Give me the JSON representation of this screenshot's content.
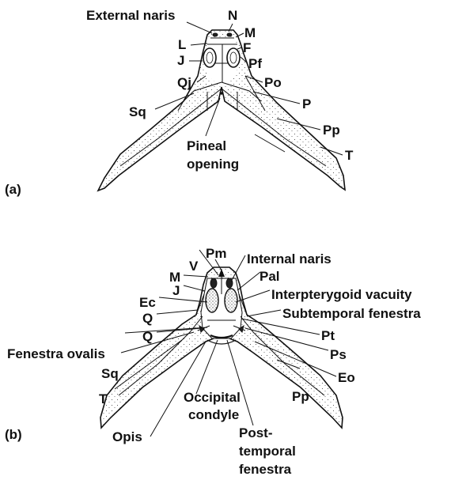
{
  "panel_a": {
    "tag": "(a)",
    "labels": {
      "external_naris": "External naris",
      "n": "N",
      "m": "M",
      "l": "L",
      "f": "F",
      "j": "J",
      "pf": "Pf",
      "qj": "Qj",
      "po": "Po",
      "sq": "Sq",
      "p": "P",
      "pp": "Pp",
      "t": "T",
      "pineal_line1": "Pineal",
      "pineal_line2": "opening"
    }
  },
  "panel_b": {
    "tag": "(b)",
    "labels": {
      "pm": "Pm",
      "v": "V",
      "internal_naris": "Internal naris",
      "m": "M",
      "pal": "Pal",
      "j": "J",
      "interpterygoid_vacuity": "Interpterygoid vacuity",
      "ec": "Ec",
      "subtemporal_fenestra": "Subtemporal fenestra",
      "q1": "Q",
      "q2": "Q",
      "pt": "Pt",
      "fenestra_ovalis": "Fenestra ovalis",
      "ps": "Ps",
      "sq": "Sq",
      "eo": "Eo",
      "t": "T",
      "occipital_line1": "Occipital",
      "occipital_line2": "condyle",
      "pp": "Pp",
      "opis": "Opis",
      "post_line1": "Post-",
      "post_line2": "temporal",
      "post_line3": "fenestra"
    }
  }
}
